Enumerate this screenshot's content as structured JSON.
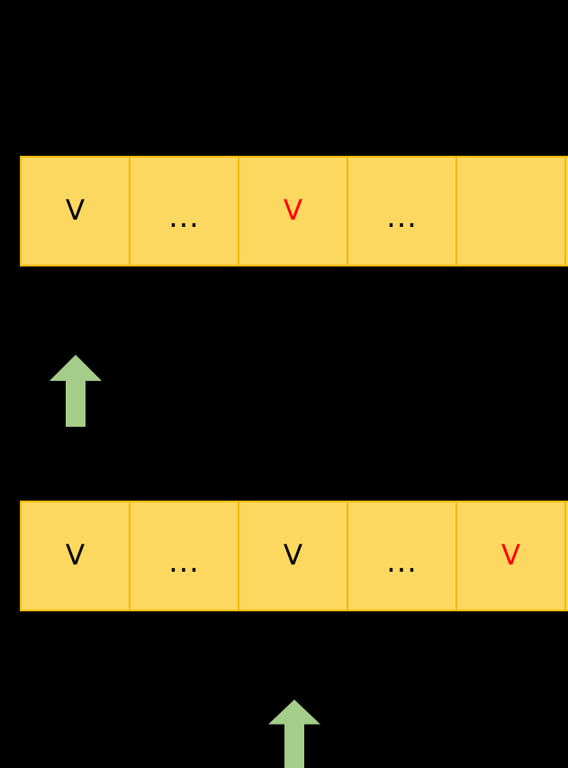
{
  "diagram": {
    "title": "array-pointer-diagram",
    "background_color": "#000000",
    "cell_fill_color": "#fcd860",
    "cell_border_color": "#f2b90c",
    "text_color": "#000000",
    "highlight_color": "#ff0000",
    "arrow_color": "#a5cd8a",
    "rows": [
      {
        "name": "top-array",
        "cells": [
          {
            "label": "V",
            "highlight": false
          },
          {
            "label": "...",
            "highlight": false
          },
          {
            "label": "V",
            "highlight": true
          },
          {
            "label": "...",
            "highlight": false
          },
          {
            "label": "",
            "highlight": false
          }
        ]
      },
      {
        "name": "bottom-array",
        "cells": [
          {
            "label": "V",
            "highlight": false
          },
          {
            "label": "...",
            "highlight": false
          },
          {
            "label": "V",
            "highlight": false
          },
          {
            "label": "...",
            "highlight": false
          },
          {
            "label": "V",
            "highlight": true
          }
        ]
      }
    ],
    "arrows": [
      {
        "name": "pointer-arrow-first",
        "icon": "arrow-up-icon",
        "points_to_cell_index": 0
      },
      {
        "name": "pointer-arrow-second",
        "icon": "arrow-up-icon",
        "points_to_cell_index": 2
      }
    ]
  }
}
